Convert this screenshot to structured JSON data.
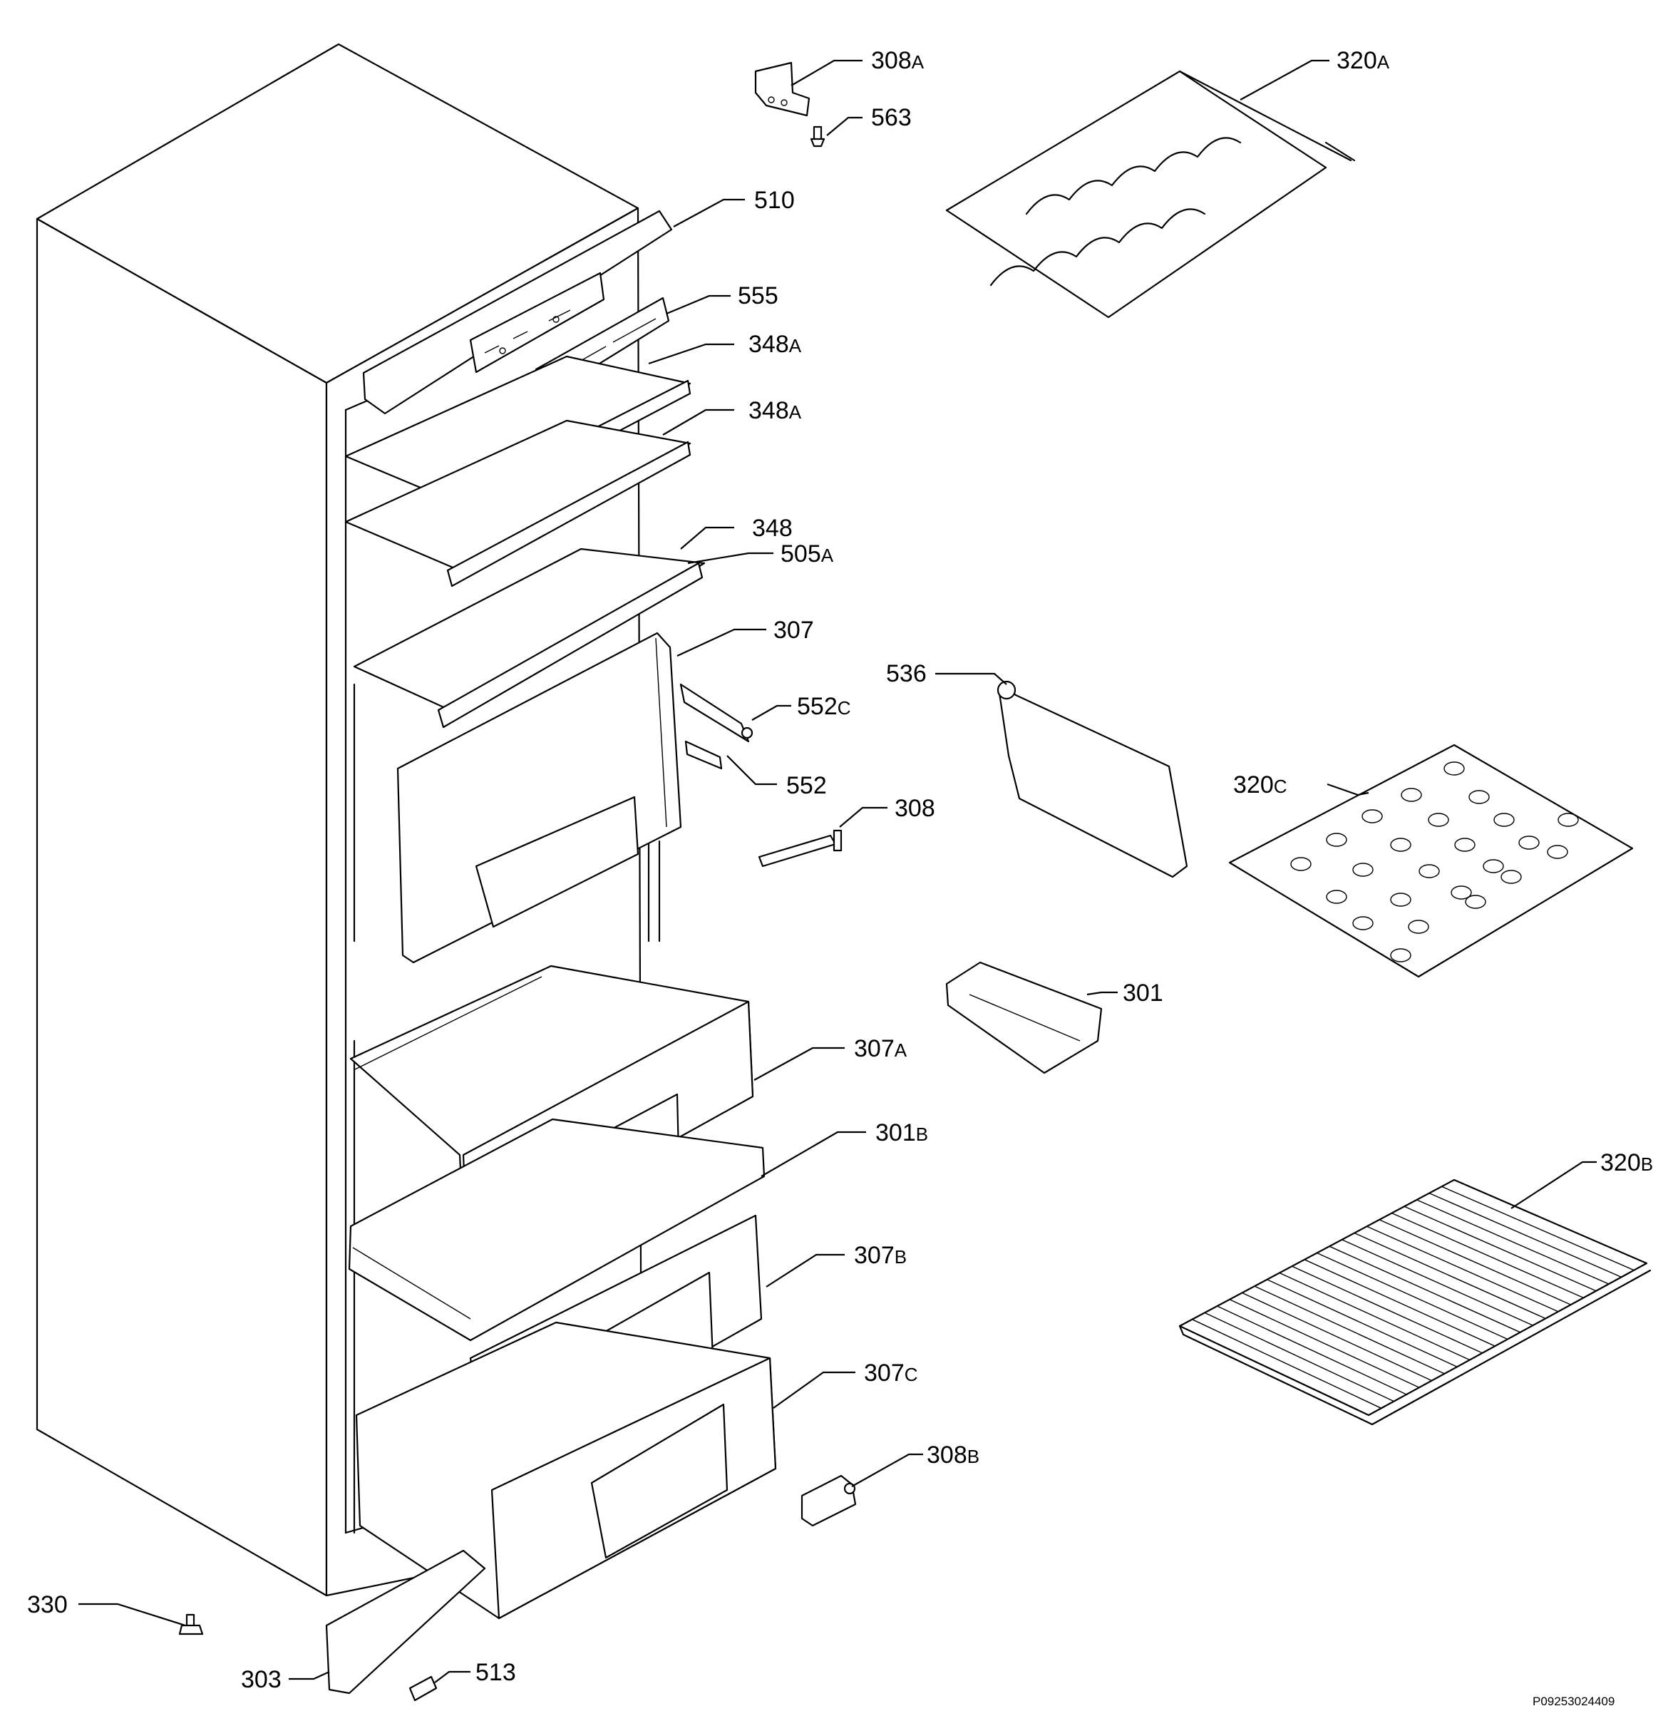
{
  "diagram": {
    "type": "exploded-parts-diagram",
    "drawing_code": "P09253024409",
    "callouts": [
      {
        "id": "308A",
        "number": "308",
        "suffix": "A"
      },
      {
        "id": "563",
        "number": "563",
        "suffix": ""
      },
      {
        "id": "320A",
        "number": "320",
        "suffix": "A"
      },
      {
        "id": "510",
        "number": "510",
        "suffix": ""
      },
      {
        "id": "555",
        "number": "555",
        "suffix": ""
      },
      {
        "id": "348A-1",
        "number": "348",
        "suffix": "A"
      },
      {
        "id": "348A-2",
        "number": "348",
        "suffix": "A"
      },
      {
        "id": "348",
        "number": "348",
        "suffix": ""
      },
      {
        "id": "505A",
        "number": "505",
        "suffix": "A"
      },
      {
        "id": "307",
        "number": "307",
        "suffix": ""
      },
      {
        "id": "552C",
        "number": "552",
        "suffix": "C"
      },
      {
        "id": "552",
        "number": "552",
        "suffix": ""
      },
      {
        "id": "536",
        "number": "536",
        "suffix": ""
      },
      {
        "id": "320C",
        "number": "320",
        "suffix": "C"
      },
      {
        "id": "308",
        "number": "308",
        "suffix": ""
      },
      {
        "id": "301",
        "number": "301",
        "suffix": ""
      },
      {
        "id": "307A",
        "number": "307",
        "suffix": "A"
      },
      {
        "id": "301B",
        "number": "301",
        "suffix": "B"
      },
      {
        "id": "320B",
        "number": "320",
        "suffix": "B"
      },
      {
        "id": "307B",
        "number": "307",
        "suffix": "B"
      },
      {
        "id": "307C",
        "number": "307",
        "suffix": "C"
      },
      {
        "id": "308B",
        "number": "308",
        "suffix": "B"
      },
      {
        "id": "330",
        "number": "330",
        "suffix": ""
      },
      {
        "id": "303",
        "number": "303",
        "suffix": ""
      },
      {
        "id": "513",
        "number": "513",
        "suffix": ""
      }
    ]
  }
}
